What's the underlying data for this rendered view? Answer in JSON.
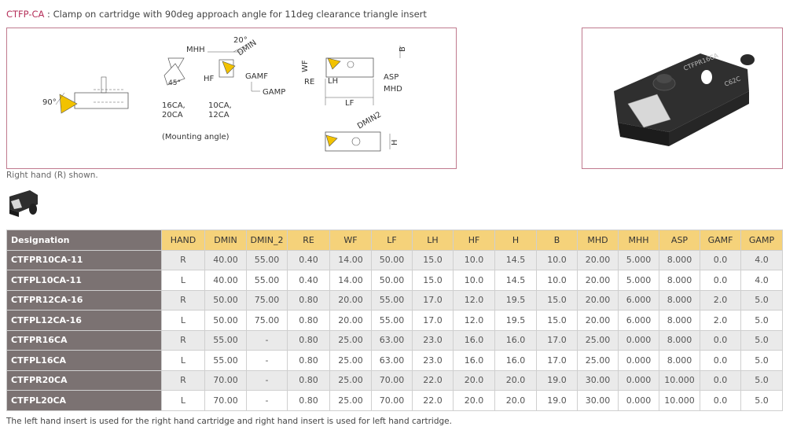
{
  "header": {
    "code": "CTFP-CA",
    "separator": " : ",
    "description": "Clamp on cartridge with 90deg approach angle for 11deg clearance triangle insert"
  },
  "diagram": {
    "angle_90": "90°",
    "angle_20": "20°",
    "angle_45": "45°",
    "lbl_mhh": "MHH",
    "lbl_dmin": "DMIN",
    "lbl_hf": "HF",
    "lbl_gamf": "GAMF",
    "lbl_gamp": "GAMP",
    "lbl_b": "B",
    "lbl_wf": "WF",
    "lbl_re": "RE",
    "lbl_lh": "LH",
    "lbl_asp": "ASP",
    "lbl_mhd": "MHD",
    "lbl_lf": "LF",
    "lbl_dmin2": "DMIN2",
    "lbl_h": "H",
    "size_a1": "16CA,",
    "size_a2": "20CA",
    "size_b1": "10CA,",
    "size_b2": "12CA",
    "mounting": "(Mounting angle)"
  },
  "photo": {
    "engraving1": "CTFPR16CA",
    "engraving2": "C62C"
  },
  "notes": {
    "right_hand": "Right hand (R) shown.",
    "footer": "The left hand insert is used for the right hand cartridge and right hand insert is used for left hand cartridge."
  },
  "table": {
    "headers": [
      "Designation",
      "HAND",
      "DMIN",
      "DMIN_2",
      "RE",
      "WF",
      "LF",
      "LH",
      "HF",
      "H",
      "B",
      "MHD",
      "MHH",
      "ASP",
      "GAMF",
      "GAMP"
    ],
    "rows": [
      [
        "CTFPR10CA-11",
        "R",
        "40.00",
        "55.00",
        "0.40",
        "14.00",
        "50.00",
        "15.0",
        "10.0",
        "14.5",
        "10.0",
        "20.00",
        "5.000",
        "8.000",
        "0.0",
        "4.0"
      ],
      [
        "CTFPL10CA-11",
        "L",
        "40.00",
        "55.00",
        "0.40",
        "14.00",
        "50.00",
        "15.0",
        "10.0",
        "14.5",
        "10.0",
        "20.00",
        "5.000",
        "8.000",
        "0.0",
        "4.0"
      ],
      [
        "CTFPR12CA-16",
        "R",
        "50.00",
        "75.00",
        "0.80",
        "20.00",
        "55.00",
        "17.0",
        "12.0",
        "19.5",
        "15.0",
        "20.00",
        "6.000",
        "8.000",
        "2.0",
        "5.0"
      ],
      [
        "CTFPL12CA-16",
        "L",
        "50.00",
        "75.00",
        "0.80",
        "20.00",
        "55.00",
        "17.0",
        "12.0",
        "19.5",
        "15.0",
        "20.00",
        "6.000",
        "8.000",
        "2.0",
        "5.0"
      ],
      [
        "CTFPR16CA",
        "R",
        "55.00",
        "-",
        "0.80",
        "25.00",
        "63.00",
        "23.0",
        "16.0",
        "16.0",
        "17.0",
        "25.00",
        "0.000",
        "8.000",
        "0.0",
        "5.0"
      ],
      [
        "CTFPL16CA",
        "L",
        "55.00",
        "-",
        "0.80",
        "25.00",
        "63.00",
        "23.0",
        "16.0",
        "16.0",
        "17.0",
        "25.00",
        "0.000",
        "8.000",
        "0.0",
        "5.0"
      ],
      [
        "CTFPR20CA",
        "R",
        "70.00",
        "-",
        "0.80",
        "25.00",
        "70.00",
        "22.0",
        "20.0",
        "20.0",
        "19.0",
        "30.00",
        "0.000",
        "10.000",
        "0.0",
        "5.0"
      ],
      [
        "CTFPL20CA",
        "L",
        "70.00",
        "-",
        "0.80",
        "25.00",
        "70.00",
        "22.0",
        "20.0",
        "20.0",
        "19.0",
        "30.00",
        "0.000",
        "10.000",
        "0.0",
        "5.0"
      ]
    ]
  },
  "colors": {
    "accent": "#b5305a",
    "header_bg": "#f5d27a",
    "designation_bg": "#7b7272",
    "insert": "#f2c200"
  }
}
